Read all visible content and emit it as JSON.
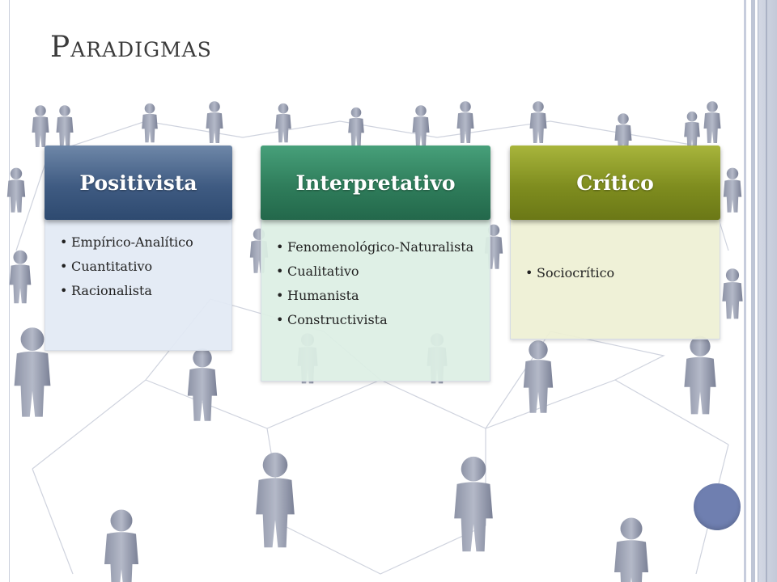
{
  "slide": {
    "title": "Paradigmas"
  },
  "paradigms": [
    {
      "heading": "Positivista",
      "items": [
        "Empírico-Analítico",
        "Cuantitativo",
        "Racionalista"
      ]
    },
    {
      "heading": "Interpretativo",
      "items": [
        "Fenomenológico-Naturalista",
        "Cualitativo",
        "Humanista",
        "Constructivista"
      ]
    },
    {
      "heading": "Crítico",
      "items": [
        "Sociocrítico"
      ]
    }
  ],
  "colors": {
    "positivista": "#3f5b82",
    "interpretativo": "#2f7d5b",
    "critico": "#7f8d1f",
    "accent_dot": "#6f7fb0"
  },
  "background": {
    "image": "people-network-icon"
  }
}
